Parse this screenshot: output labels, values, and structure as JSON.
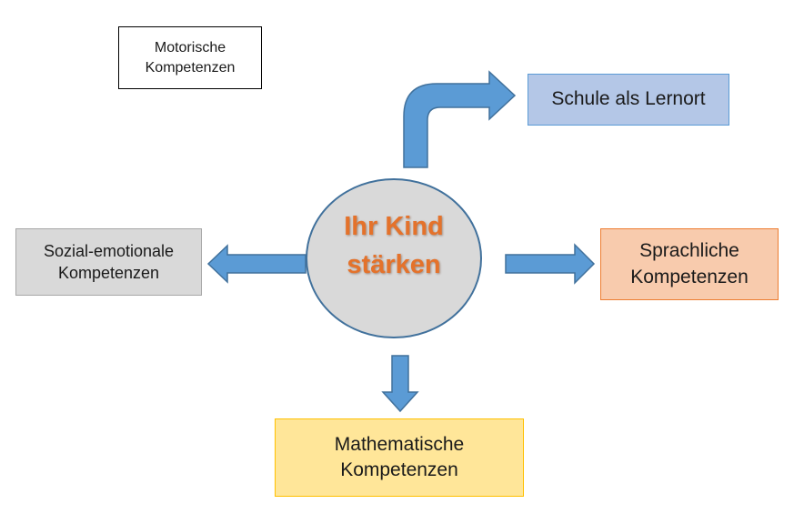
{
  "center": {
    "line1": "Ihr Kind",
    "line2": "stärken"
  },
  "nodes": {
    "motor": {
      "line1": "Motorische",
      "line2": "Kompetenzen"
    },
    "schule": {
      "line1": "Schule als Lernort"
    },
    "sozial": {
      "line1": "Sozial-emotionale",
      "line2": "Kompetenzen"
    },
    "sprach": {
      "line1": "Sprachliche",
      "line2": "Kompetenzen"
    },
    "mathe": {
      "line1": "Mathematische",
      "line2": "Kompetenzen"
    }
  },
  "colors": {
    "center_fill": "#d9d9d9",
    "center_stroke": "#41719c",
    "center_text": "#e4722b",
    "arrow_fill": "#5b9bd5",
    "arrow_stroke": "#41719c",
    "motor_fill": "#ffffff",
    "motor_stroke": "#000000",
    "schule_fill": "#b4c7e7",
    "schule_stroke": "#5b9bd5",
    "sozial_fill": "#d9d9d9",
    "sozial_stroke": "#a6a6a6",
    "sprach_fill": "#f8cbad",
    "sprach_stroke": "#ed7d31",
    "mathe_fill": "#ffe699",
    "mathe_stroke": "#ffc000"
  }
}
